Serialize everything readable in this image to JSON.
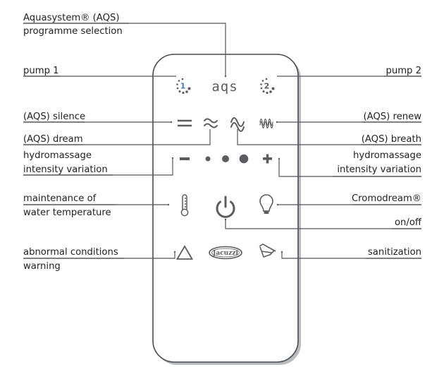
{
  "colors": {
    "text": "#231f20",
    "line": "#55565a",
    "icon": "#5b5c5f",
    "digit_accent": "#3b7fc4",
    "remote_border": "#4a4b4f",
    "remote_shadow": "#b9bcbf"
  },
  "labels": {
    "aqs_selection_line1": "Aquasystem® (AQS)",
    "aqs_selection_line2": "programme selection",
    "pump1": "pump 1",
    "pump2": "pump 2",
    "silence": "(AQS) silence",
    "dream": "(AQS) dream",
    "renew": "(AQS) renew",
    "breath": "(AQS) breath",
    "hydro_left_line1": "hydromassage",
    "hydro_left_line2": "intensity variation",
    "hydro_right_line1": "hydromassage",
    "hydro_right_line2": "intensity variation",
    "maintenance_line1": "maintenance of",
    "maintenance_line2": "water temperature",
    "cromodream": "Cromodream®",
    "onoff": "on/off",
    "warning_line1": "abnormal conditions",
    "warning_line2": "warning",
    "sanitization": "sanitization"
  },
  "remote": {
    "buttons": [
      {
        "id": "pump1",
        "icon": "pump-1-icon",
        "digit": "1"
      },
      {
        "id": "aqs",
        "icon": "aqs-icon",
        "text": "aqs"
      },
      {
        "id": "pump2",
        "icon": "pump-2-icon",
        "digit": "2"
      },
      {
        "id": "silence",
        "icon": "silence-icon",
        "glyph": "="
      },
      {
        "id": "dream",
        "icon": "dream-wave-icon",
        "glyph": "≈"
      },
      {
        "id": "breath",
        "icon": "breath-wave-icon",
        "glyph": "~"
      },
      {
        "id": "renew",
        "icon": "renew-wave-icon",
        "glyph": "∿"
      },
      {
        "id": "minus",
        "icon": "minus-icon",
        "glyph": "−"
      },
      {
        "id": "level",
        "icon": "intensity-level-dots",
        "levels": 3
      },
      {
        "id": "plus",
        "icon": "plus-icon",
        "glyph": "+"
      },
      {
        "id": "temperature",
        "icon": "thermometer-icon"
      },
      {
        "id": "power",
        "icon": "power-icon"
      },
      {
        "id": "light",
        "icon": "light-bulb-icon"
      },
      {
        "id": "warning",
        "icon": "warning-triangle-icon"
      },
      {
        "id": "logo",
        "icon": "jacuzzi-logo",
        "text": "Jacuzzi"
      },
      {
        "id": "sanitization",
        "icon": "sanitization-icon"
      }
    ]
  }
}
